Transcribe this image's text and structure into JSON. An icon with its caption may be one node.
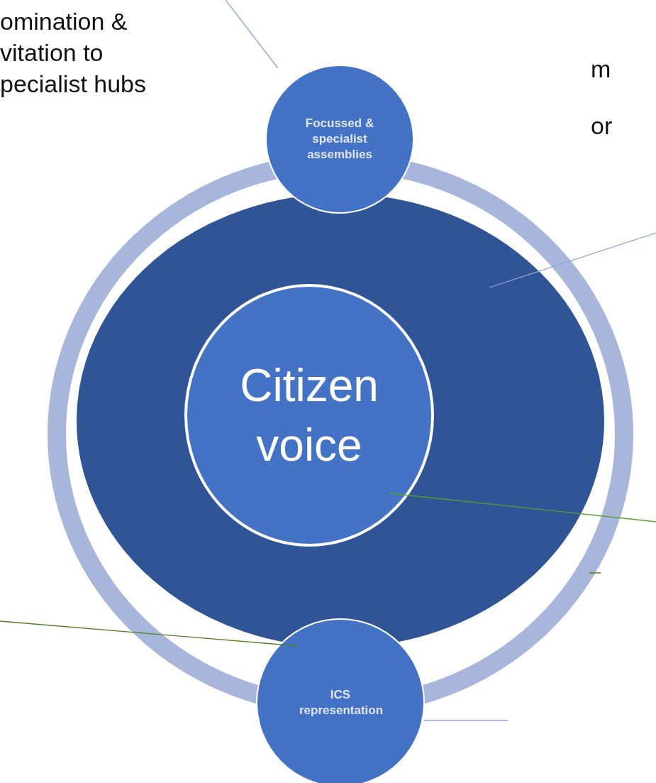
{
  "diagram": {
    "nodes": [
      {
        "text": [
          "omination & vitation to pecialist hubs"
        ]
      },
      {
        "text": [
          "Focussed & specialist assemblies"
        ]
      },
      {
        "text": [],
        "shape": "circle"
      },
      {
        "text": [
          "Citizen voice"
        ],
        "in": 2
      },
      {
        "text": [
          "ICS representation"
        ]
      }
    ],
    "edges": [
      {
        "from": null,
        "to": 1,
        "arrow": "none"
      },
      {
        "from": null,
        "to": 2,
        "arrow": "none"
      },
      {
        "from": null,
        "to": 3,
        "arrow": "none",
        "color": "#5a9e2f"
      },
      {
        "from": null,
        "to": 4,
        "arrow": "none",
        "color": "#4f7f1f"
      },
      {
        "from": 4,
        "to": null,
        "arrow": "none"
      }
    ],
    "labels": [
      "m",
      "or"
    ]
  }
}
